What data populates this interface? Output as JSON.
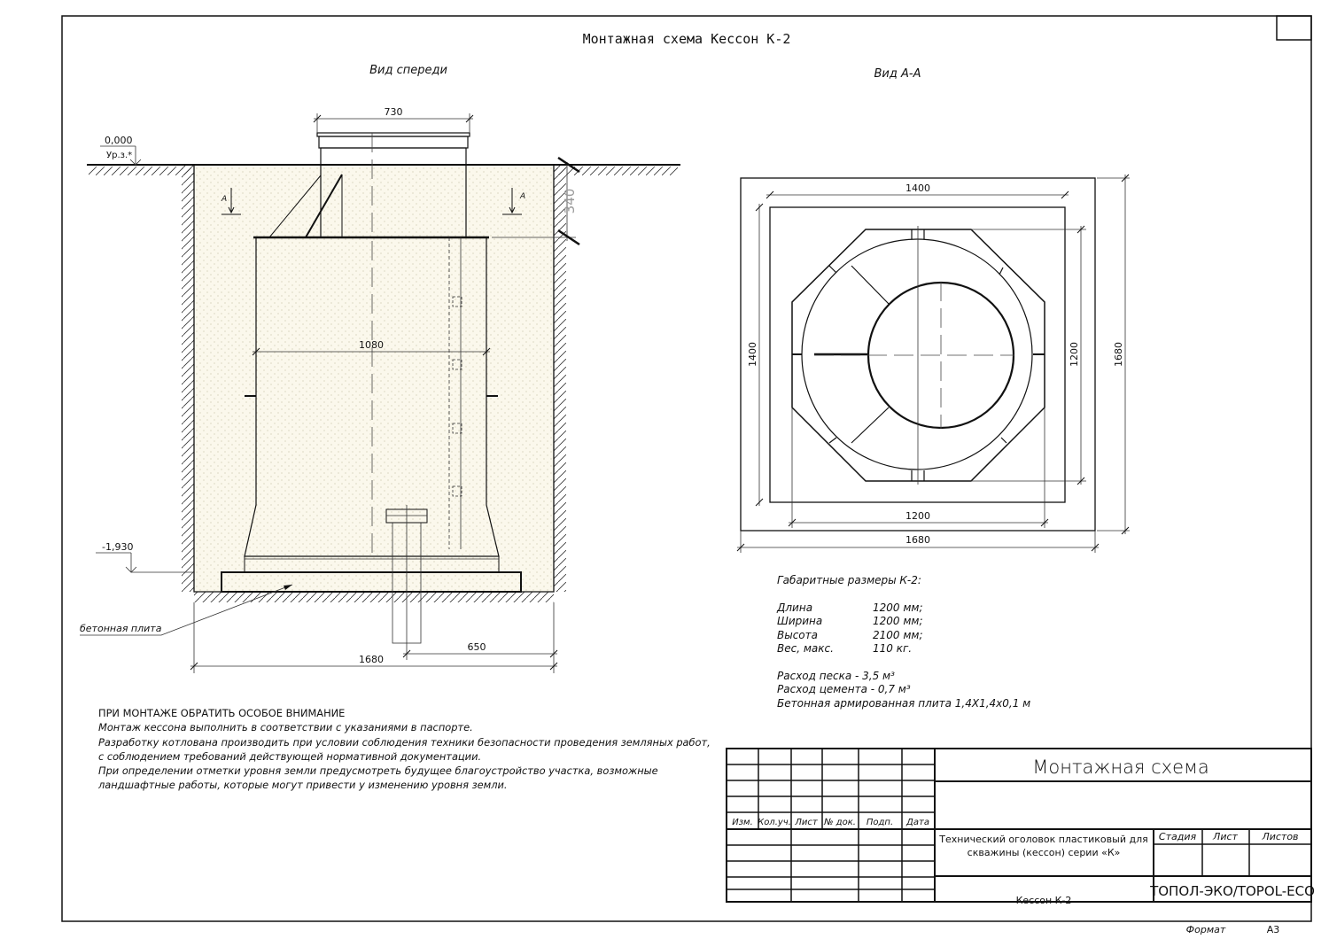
{
  "sheet": {
    "title": "Монтажная схема Кессон К-2",
    "front_view_label": "Вид спереди",
    "section_view_label": "Вид А-А"
  },
  "front_view": {
    "ground_level": "0,000",
    "ground_level_note": "Ур.з.*",
    "bottom_level": "-1,930",
    "section_marker": "А",
    "slab_label": "бетонная плита",
    "dims": {
      "neck_width": "730",
      "body_width": "1080",
      "neck_height": "340",
      "pit_width": "1680",
      "pipe_offset": "650"
    }
  },
  "section_view": {
    "dims": {
      "slab_top": "1400",
      "slab_left": "1400",
      "body_right": "1200",
      "pit_right": "1680",
      "body_bottom": "1200",
      "pit_bottom": "1680"
    }
  },
  "specs": {
    "heading": "Габаритные размеры К-2:",
    "rows": [
      {
        "label": "Длина",
        "value": "1200 мм;"
      },
      {
        "label": "Ширина",
        "value": "1200 мм;"
      },
      {
        "label": "Высота",
        "value": "2100 мм;"
      },
      {
        "label": "Вес, макс.",
        "value": "110 кг."
      }
    ],
    "sand": "Расход песка - 3,5 м³",
    "cement": "Расход цемента - 0,7 м³",
    "slab": "Бетонная армированная плита 1,4Х1,4х0,1 м"
  },
  "notes": {
    "heading": "ПРИ МОНТАЖЕ ОБРАТИТЬ ОСОБОЕ ВНИМАНИЕ",
    "lines": [
      "Монтаж кессона выполнить в соответствии с указаниями в паспорте.",
      "Разработку котлована производить при условии соблюдения техники безопасности проведения земляных работ,",
      "с соблюдением требований действующей нормативной документации.",
      "При определении отметки уровня земли предусмотреть будущее благоустройство участка, возможные",
      "ландшафтные работы, которые могут привести у изменению уровня земли."
    ]
  },
  "title_block": {
    "columns": [
      "Изм.",
      "Кол.уч.",
      "Лист",
      "№ док.",
      "Подп.",
      "Дата"
    ],
    "doc_title": "Монтажная схема",
    "description_line1": "Технический оголовок пластиковый для",
    "description_line2": "скважины (кессон) серии «К»",
    "stage_label": "Стадия",
    "sheet_label": "Лист",
    "sheets_label": "Листов",
    "product": "Кессон К-2",
    "company": "ТОПОЛ-ЭКО/TOPOL-ECO",
    "format_label": "Формат",
    "format_value": "А3"
  }
}
